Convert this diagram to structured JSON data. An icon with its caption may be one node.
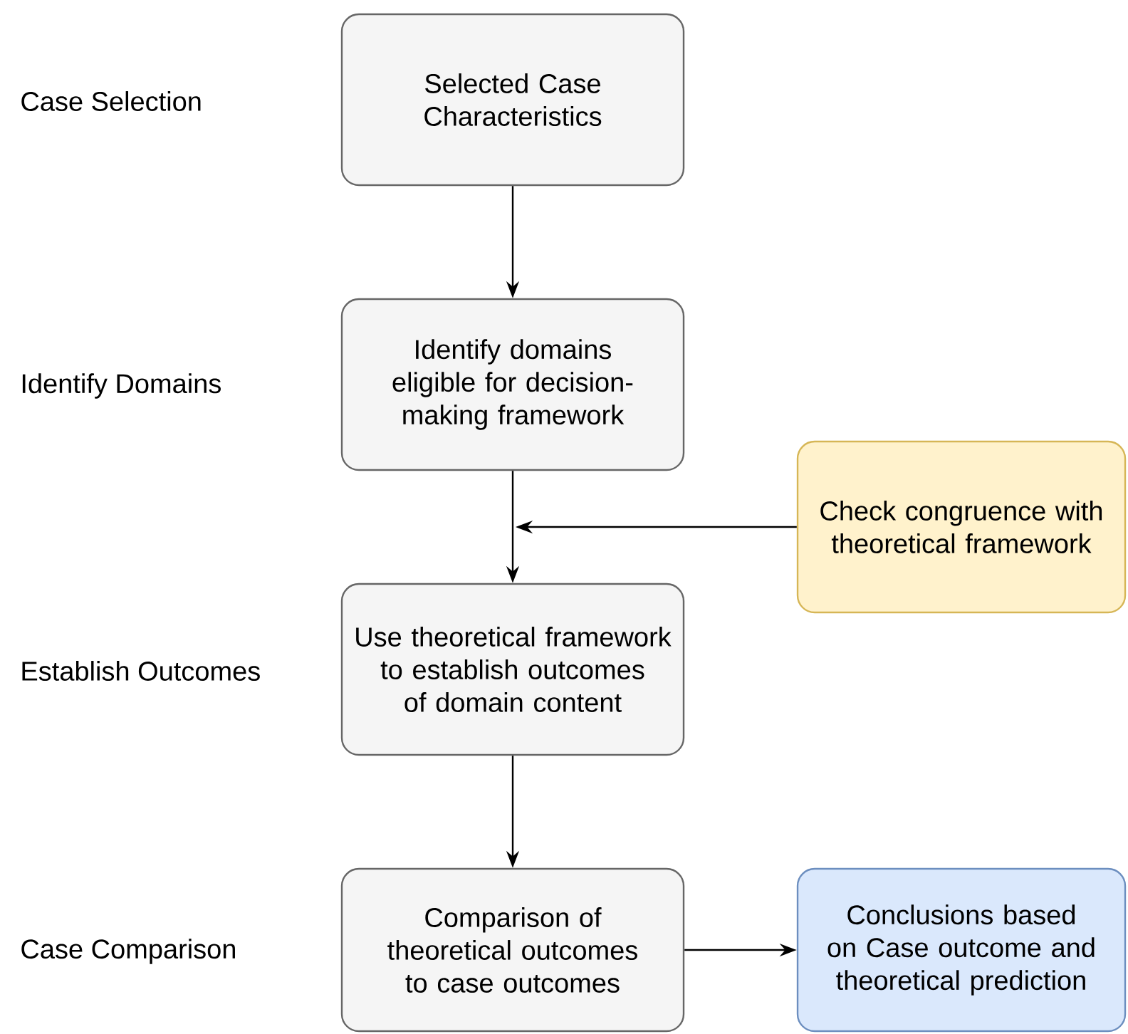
{
  "diagram": {
    "nodes": [
      {
        "text": [
          "Selected Case Characteristics"
        ]
      },
      {
        "text": [
          "Identify domains eligible for decision-making framework"
        ]
      },
      {
        "text": [
          "Use theoretical framework to establish outcomes of domain content"
        ]
      },
      {
        "text": [
          "Comparison of theoretical outcomes to case outcomes"
        ]
      },
      {
        "text": [
          "Check congruence with theoretical framework"
        ]
      },
      {
        "text": [
          "Conclusions based on Case outcome and theoretical prediction"
        ]
      }
    ],
    "edges": [
      {
        "from": 0,
        "to": 1,
        "arrow": "to"
      },
      {
        "from": 1,
        "to": 2,
        "arrow": "to"
      },
      {
        "from": 4,
        "to": null,
        "arrow": "to"
      },
      {
        "from": 2,
        "to": 3,
        "arrow": "to"
      },
      {
        "from": 3,
        "to": 5,
        "arrow": "to"
      }
    ],
    "labels": [
      "Case Selection",
      "Identify Domains",
      "Establish Outcomes",
      "Case Comparison"
    ]
  }
}
